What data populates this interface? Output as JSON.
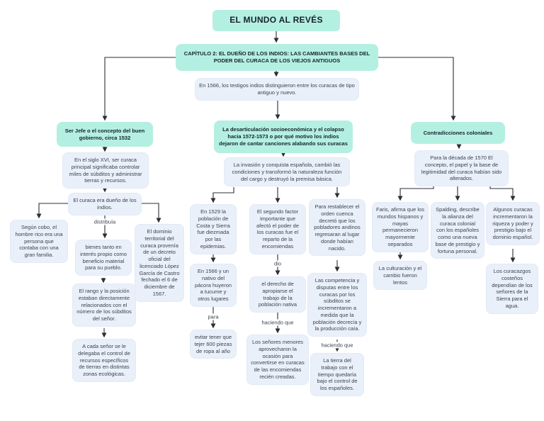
{
  "map": {
    "title": "EL MUNDO AL REVÉS",
    "chapter": "CAPÍTULO 2: EL DUEÑO DE LOS INDIOS: LAS CAMBIANTES BASES DEL PODER DEL CURACA DE LOS VIEJOS ANTIGUOS",
    "intro": "En 1566, los testigos indios distinguieron entre los curacas de tipo antiguo y nuevo."
  },
  "left": {
    "header": "Ser Jefe o el concepto del buen gobierno, circa 1532",
    "siglo": "En el siglo XVI, ser curaca principal significaba controlar miles de súbditos y administrar tierras y recursos.",
    "dueno": "El curaca era dueño de los indios.",
    "cobo": "Según cobo, el hombre rico era una persona que contaba con una gran familia.",
    "bienes": "bienes tanto en interés propio como beneficio material para su pueblo.",
    "rango": "El rango y la posición estaban directamente relacionados con el número de los súbditos del señor.",
    "delegaba": "A cada señor se le delegaba el control de recursos específicos de tierras en distintas zonas ecológicas.",
    "dominio": "El dominio territorial del curaca provenía de un decreto oficial del licenciado López García de Castro fechado el 6 de diciembre de 1567."
  },
  "middle": {
    "header": "La desarticulación socioeconómica y el colapso hacia 1572-1573 o por qué motivo los indios dejaron de cantar canciones alabando sus curacas",
    "invasion": "La invasión y conquista española, cambió las condiciones y transformó la naturaleza función del cargo y destruyó la premisa básica.",
    "epidemias": "En 1529 la población de Costa y Sierra fue diezmada por las epidemias.",
    "huyeron": "En 1566 y un nativo del pácora huyeron a tucume y otros lugares",
    "tejer": "evitar tener que tejer 600 piezas de ropa al año",
    "segundo": "El segundo factor importante que afectó el poder de los curacas fue el reparto de la encomiendas",
    "derecho": "el derecho de apropiarse el trabajo de la población nativa",
    "senores": "Los señores menores aprovecharon la ocasión para convertirse en curacas de las encomiendas recién creadas.",
    "restablecer": "Para restablecer el orden cuenca decretó que los pobladores andinos regresaran al lugar donde habían nacido.",
    "competencia": "Las competencia y disputas entre los curacas por los súbditos se incrementaron a medida que la población decrecía y la producción caía.",
    "tierra": "La tierra del trabajo con el tiempo quedaría bajo el control de los españoles."
  },
  "right": {
    "header": "Contradicciones coloniales",
    "decada": "Para la década de 1570 El concepto, el papel y la base de legitimidad del curaca habían sido alterados.",
    "faris": "Faris, afirma que los mundos hispanos y mayas permanecieron mayormente separados",
    "culturacion": "La culturación y el cambio fueron lentos",
    "spalding": "Spalding, describe la alianza del curaca colonial con los españoles como una nueva base de prestigio y fortuna personal.",
    "algunos": "Algunos curacas incrementaron la riqueza y poder y prestigio bajo el dominio español.",
    "curacazgos": "Los curacazgos costeños dependían de los señores de la Sierra para el agua."
  },
  "links": {
    "distribuia": "distribuía",
    "para": "para",
    "dio": "dio",
    "haciendo_que": "haciendo que"
  },
  "colors": {
    "header_bg": "#b4f0e1",
    "node_bg": "#e9f0fa",
    "line": "#2b2f36",
    "background": "#ffffff"
  }
}
